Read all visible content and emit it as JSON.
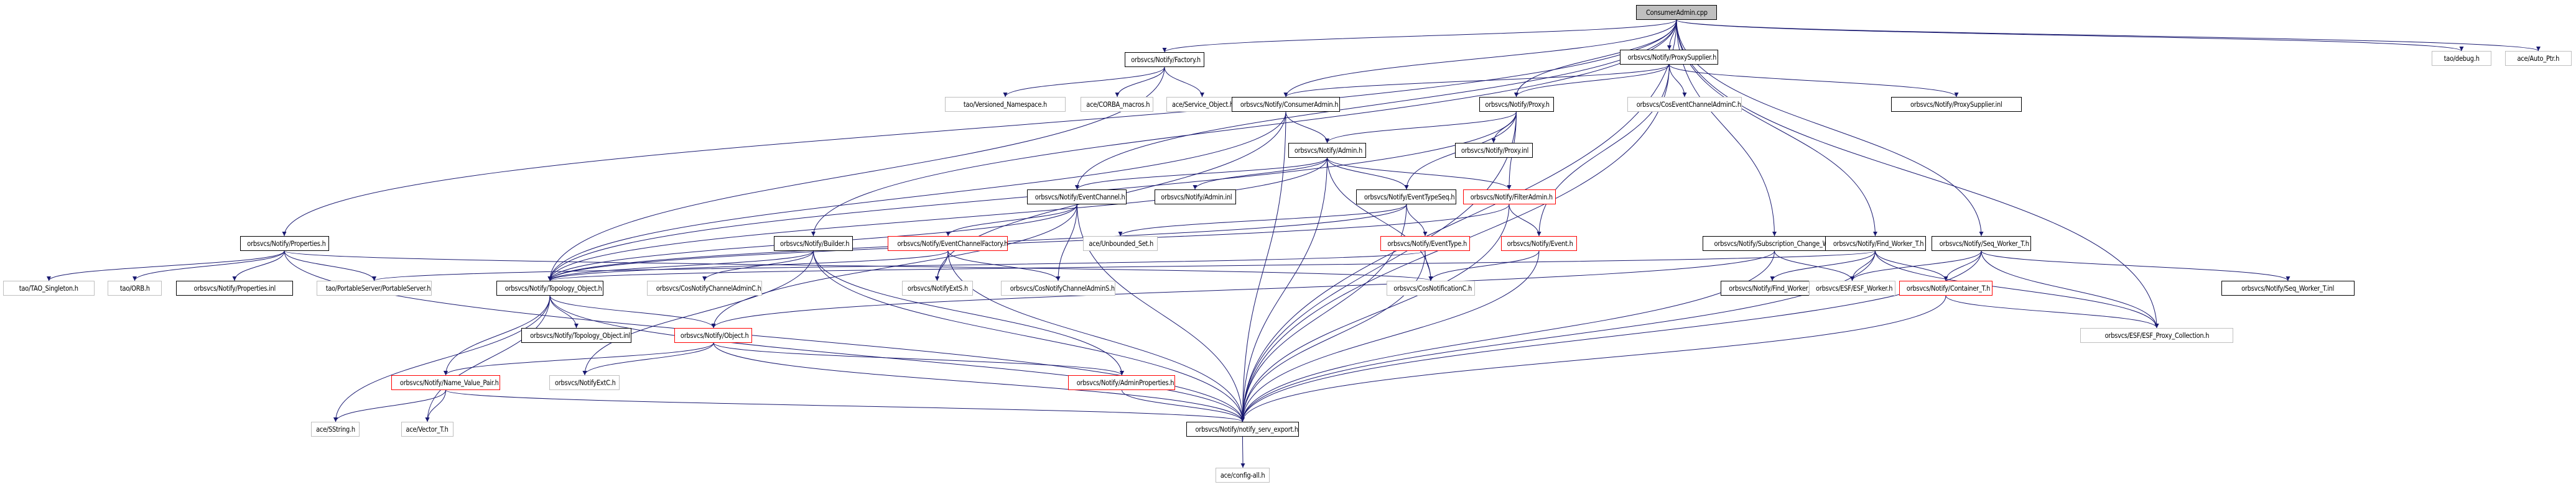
{
  "title": "ConsumerAdmin.cpp include dependency graph",
  "colors": {
    "edge": "#191970",
    "documented_border": "#000000",
    "external_border": "#bfbfbf",
    "truncated_border": "#ff0000",
    "root_fill": "#bfbfbf"
  },
  "nodes": [
    {
      "id": "root",
      "label": "ConsumerAdmin.cpp",
      "kind": "root"
    },
    {
      "id": "factory",
      "label": "orbsvcs/Notify/Factory.h",
      "kind": "doc"
    },
    {
      "id": "proxysupplier",
      "label": "orbsvcs/Notify/ProxySupplier.h",
      "kind": "doc"
    },
    {
      "id": "tao_debug",
      "label": "tao/debug.h",
      "kind": "ext"
    },
    {
      "id": "auto_ptr",
      "label": "ace/Auto_Ptr.h",
      "kind": "ext"
    },
    {
      "id": "versioned_ns",
      "label": "tao/Versioned_Namespace.h",
      "kind": "ext"
    },
    {
      "id": "corba_macros",
      "label": "ace/CORBA_macros.h",
      "kind": "ext"
    },
    {
      "id": "service_object",
      "label": "ace/Service_Object.h",
      "kind": "ext"
    },
    {
      "id": "consumeradmin_h",
      "label": "orbsvcs/Notify/ConsumerAdmin.h",
      "kind": "doc"
    },
    {
      "id": "proxy_h",
      "label": "orbsvcs/Notify/Proxy.h",
      "kind": "doc"
    },
    {
      "id": "coseventchanneladminc",
      "label": "orbsvcs/CosEventChannelAdminC.h",
      "kind": "ext"
    },
    {
      "id": "proxysupplier_inl",
      "label": "orbsvcs/Notify/ProxySupplier.inl",
      "kind": "doc"
    },
    {
      "id": "admin_h",
      "label": "orbsvcs/Notify/Admin.h",
      "kind": "doc"
    },
    {
      "id": "proxy_inl",
      "label": "orbsvcs/Notify/Proxy.inl",
      "kind": "doc"
    },
    {
      "id": "eventchannel_h",
      "label": "orbsvcs/Notify/EventChannel.h",
      "kind": "doc"
    },
    {
      "id": "admin_inl",
      "label": "orbsvcs/Notify/Admin.inl",
      "kind": "doc"
    },
    {
      "id": "eventtypeseq_h",
      "label": "orbsvcs/Notify/EventTypeSeq.h",
      "kind": "doc"
    },
    {
      "id": "filteradmin_h",
      "label": "orbsvcs/Notify/FilterAdmin.h",
      "kind": "trunc"
    },
    {
      "id": "properties_h",
      "label": "orbsvcs/Notify/Properties.h",
      "kind": "doc"
    },
    {
      "id": "builder_h",
      "label": "orbsvcs/Notify/Builder.h",
      "kind": "doc"
    },
    {
      "id": "ecfactory_h",
      "label": "orbsvcs/Notify/EventChannelFactory.h",
      "kind": "trunc"
    },
    {
      "id": "unbounded_set",
      "label": "ace/Unbounded_Set.h",
      "kind": "ext"
    },
    {
      "id": "eventtype_h",
      "label": "orbsvcs/Notify/EventType.h",
      "kind": "trunc"
    },
    {
      "id": "event_h",
      "label": "orbsvcs/Notify/Event.h",
      "kind": "trunc"
    },
    {
      "id": "subscription_worker",
      "label": "orbsvcs/Notify/Subscription_Change_Worker.h",
      "kind": "doc"
    },
    {
      "id": "find_worker",
      "label": "orbsvcs/Notify/Find_Worker_T.h",
      "kind": "doc"
    },
    {
      "id": "seq_worker",
      "label": "orbsvcs/Notify/Seq_Worker_T.h",
      "kind": "doc"
    },
    {
      "id": "tao_singleton",
      "label": "tao/TAO_Singleton.h",
      "kind": "ext"
    },
    {
      "id": "tao_orb",
      "label": "tao/ORB.h",
      "kind": "ext"
    },
    {
      "id": "properties_inl",
      "label": "orbsvcs/Notify/Properties.inl",
      "kind": "doc"
    },
    {
      "id": "portableserver",
      "label": "tao/PortableServer/PortableServer.h",
      "kind": "ext"
    },
    {
      "id": "topology_object_h",
      "label": "orbsvcs/Notify/Topology_Object.h",
      "kind": "doc"
    },
    {
      "id": "cosnotifychanneladminc",
      "label": "orbsvcs/CosNotifyChannelAdminC.h",
      "kind": "ext"
    },
    {
      "id": "notifyexts",
      "label": "orbsvcs/NotifyExtS.h",
      "kind": "ext"
    },
    {
      "id": "cosnotifychanneladmins",
      "label": "orbsvcs/CosNotifyChannelAdminS.h",
      "kind": "ext"
    },
    {
      "id": "cosnotificationc",
      "label": "orbsvcs/CosNotificationC.h",
      "kind": "ext"
    },
    {
      "id": "find_worker_inl",
      "label": "orbsvcs/Notify/Find_Worker_T.inl",
      "kind": "doc"
    },
    {
      "id": "esf_worker",
      "label": "orbsvcs/ESF/ESF_Worker.h",
      "kind": "ext"
    },
    {
      "id": "container_t",
      "label": "orbsvcs/Notify/Container_T.h",
      "kind": "trunc"
    },
    {
      "id": "seq_worker_inl",
      "label": "orbsvcs/Notify/Seq_Worker_T.inl",
      "kind": "doc"
    },
    {
      "id": "topology_object_inl",
      "label": "orbsvcs/Notify/Topology_Object.inl",
      "kind": "doc"
    },
    {
      "id": "object_h",
      "label": "orbsvcs/Notify/Object.h",
      "kind": "trunc"
    },
    {
      "id": "esf_proxy_collection",
      "label": "orbsvcs/ESF/ESF_Proxy_Collection.h",
      "kind": "ext"
    },
    {
      "id": "name_value_pair",
      "label": "orbsvcs/Notify/Name_Value_Pair.h",
      "kind": "trunc"
    },
    {
      "id": "notifyextc",
      "label": "orbsvcs/NotifyExtC.h",
      "kind": "ext"
    },
    {
      "id": "adminproperties",
      "label": "orbsvcs/Notify/AdminProperties.h",
      "kind": "trunc"
    },
    {
      "id": "sstring",
      "label": "ace/SString.h",
      "kind": "ext"
    },
    {
      "id": "vector_t",
      "label": "ace/Vector_T.h",
      "kind": "ext"
    },
    {
      "id": "notify_serv_export",
      "label": "orbsvcs/Notify/notify_serv_export.h",
      "kind": "doc"
    },
    {
      "id": "config_all",
      "label": "ace/config-all.h",
      "kind": "ext"
    }
  ],
  "edges": [
    [
      "root",
      "factory"
    ],
    [
      "root",
      "proxysupplier"
    ],
    [
      "root",
      "tao_debug"
    ],
    [
      "root",
      "auto_ptr"
    ],
    [
      "root",
      "consumeradmin_h"
    ],
    [
      "root",
      "proxy_h"
    ],
    [
      "root",
      "eventchannel_h"
    ],
    [
      "root",
      "properties_h"
    ],
    [
      "root",
      "builder_h"
    ],
    [
      "root",
      "subscription_worker"
    ],
    [
      "root",
      "find_worker"
    ],
    [
      "root",
      "seq_worker"
    ],
    [
      "root",
      "esf_proxy_collection"
    ],
    [
      "root",
      "notify_serv_export"
    ],
    [
      "factory",
      "versioned_ns"
    ],
    [
      "factory",
      "corba_macros"
    ],
    [
      "factory",
      "service_object"
    ],
    [
      "factory",
      "topology_object_h"
    ],
    [
      "proxysupplier",
      "proxy_h"
    ],
    [
      "proxysupplier",
      "coseventchanneladminc"
    ],
    [
      "proxysupplier",
      "proxysupplier_inl"
    ],
    [
      "proxysupplier",
      "event_h"
    ],
    [
      "proxysupplier",
      "notify_serv_export"
    ],
    [
      "proxysupplier",
      "consumeradmin_h"
    ],
    [
      "consumeradmin_h",
      "admin_h"
    ],
    [
      "consumeradmin_h",
      "topology_object_h"
    ],
    [
      "consumeradmin_h",
      "notifyexts"
    ],
    [
      "consumeradmin_h",
      "notify_serv_export"
    ],
    [
      "proxy_h",
      "admin_h"
    ],
    [
      "proxy_h",
      "proxy_inl"
    ],
    [
      "proxy_h",
      "eventtypeseq_h"
    ],
    [
      "proxy_h",
      "filteradmin_h"
    ],
    [
      "proxy_h",
      "topology_object_h"
    ],
    [
      "proxy_h",
      "notify_serv_export"
    ],
    [
      "admin_h",
      "eventchannel_h"
    ],
    [
      "admin_h",
      "admin_inl"
    ],
    [
      "admin_h",
      "eventtypeseq_h"
    ],
    [
      "admin_h",
      "filteradmin_h"
    ],
    [
      "admin_h",
      "topology_object_h"
    ],
    [
      "admin_h",
      "notify_serv_export"
    ],
    [
      "admin_h",
      "cosnotificationc"
    ],
    [
      "eventchannel_h",
      "ecfactory_h"
    ],
    [
      "eventchannel_h",
      "topology_object_h"
    ],
    [
      "eventchannel_h",
      "cosnotifychanneladmins"
    ],
    [
      "eventchannel_h",
      "object_h"
    ],
    [
      "eventchannel_h",
      "notify_serv_export"
    ],
    [
      "eventtypeseq_h",
      "unbounded_set"
    ],
    [
      "eventtypeseq_h",
      "eventtype_h"
    ],
    [
      "eventtypeseq_h",
      "topology_object_h"
    ],
    [
      "eventtypeseq_h",
      "notify_serv_export"
    ],
    [
      "filteradmin_h",
      "event_h"
    ],
    [
      "filteradmin_h",
      "topology_object_h"
    ],
    [
      "filteradmin_h",
      "notify_serv_export"
    ],
    [
      "eventtype_h",
      "cosnotificationc"
    ],
    [
      "eventtype_h",
      "notify_serv_export"
    ],
    [
      "eventtype_h",
      "portableserver"
    ],
    [
      "event_h",
      "cosnotificationc"
    ],
    [
      "event_h",
      "notify_serv_export"
    ],
    [
      "properties_h",
      "tao_singleton"
    ],
    [
      "properties_h",
      "tao_orb"
    ],
    [
      "properties_h",
      "properties_inl"
    ],
    [
      "properties_h",
      "portableserver"
    ],
    [
      "properties_h",
      "cosnotificationc"
    ],
    [
      "properties_h",
      "notify_serv_export"
    ],
    [
      "builder_h",
      "topology_object_h"
    ],
    [
      "builder_h",
      "cosnotifychanneladminc"
    ],
    [
      "builder_h",
      "notifyextc"
    ],
    [
      "builder_h",
      "adminproperties"
    ],
    [
      "builder_h",
      "notify_serv_export"
    ],
    [
      "ecfactory_h",
      "notifyexts"
    ],
    [
      "ecfactory_h",
      "cosnotifychanneladmins"
    ],
    [
      "ecfactory_h",
      "topology_object_h"
    ],
    [
      "ecfactory_h",
      "notify_serv_export"
    ],
    [
      "subscription_worker",
      "esf_worker"
    ],
    [
      "subscription_worker",
      "object_h"
    ],
    [
      "subscription_worker",
      "notify_serv_export"
    ],
    [
      "find_worker",
      "find_worker_inl"
    ],
    [
      "find_worker",
      "esf_worker"
    ],
    [
      "find_worker",
      "container_t"
    ],
    [
      "find_worker",
      "esf_proxy_collection"
    ],
    [
      "find_worker",
      "notify_serv_export"
    ],
    [
      "find_worker",
      "topology_object_h"
    ],
    [
      "seq_worker",
      "esf_worker"
    ],
    [
      "seq_worker",
      "container_t"
    ],
    [
      "seq_worker",
      "seq_worker_inl"
    ],
    [
      "seq_worker",
      "esf_proxy_collection"
    ],
    [
      "seq_worker",
      "notify_serv_export"
    ],
    [
      "container_t",
      "esf_proxy_collection"
    ],
    [
      "container_t",
      "notify_serv_export"
    ],
    [
      "topology_object_h",
      "topology_object_inl"
    ],
    [
      "topology_object_h",
      "object_h"
    ],
    [
      "topology_object_h",
      "name_value_pair"
    ],
    [
      "topology_object_h",
      "sstring"
    ],
    [
      "topology_object_h",
      "vector_t"
    ],
    [
      "topology_object_h",
      "notify_serv_export"
    ],
    [
      "object_h",
      "name_value_pair"
    ],
    [
      "object_h",
      "notifyextc"
    ],
    [
      "object_h",
      "adminproperties"
    ],
    [
      "object_h",
      "notify_serv_export"
    ],
    [
      "name_value_pair",
      "sstring"
    ],
    [
      "name_value_pair",
      "vector_t"
    ],
    [
      "name_value_pair",
      "notify_serv_export"
    ],
    [
      "adminproperties",
      "notify_serv_export"
    ],
    [
      "notify_serv_export",
      "config_all"
    ]
  ]
}
